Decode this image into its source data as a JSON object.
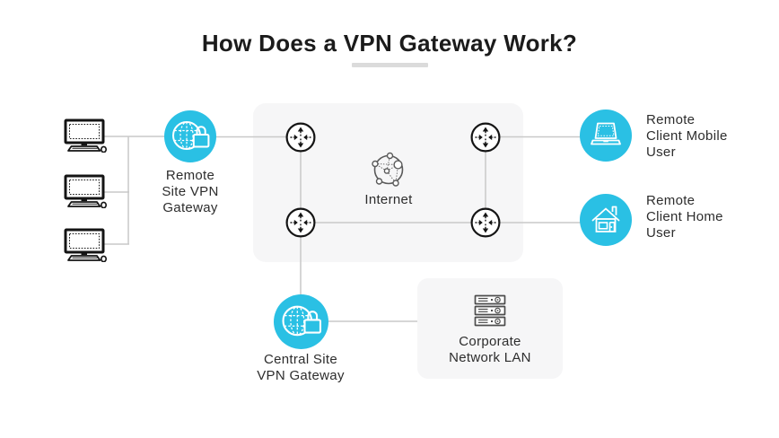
{
  "header": {
    "title": "How Does a VPN Gateway Work?"
  },
  "colors": {
    "accent": "#2ac0e4",
    "panel": "#f6f6f7",
    "line": "#c9c9c9",
    "text": "#2d2d2d",
    "title": "#1b1b1b"
  },
  "nodes": {
    "workstations": {
      "icon": "computer-icon",
      "count": 3
    },
    "remote_site_gateway": {
      "icon": "globe-lock-icon",
      "label": "Remote\nSite VPN\nGateway"
    },
    "internet_cloud": {
      "icon": "internet-globe-icon",
      "label": "Internet"
    },
    "routers": {
      "icon": "router-icon",
      "count": 4
    },
    "mobile_user": {
      "icon": "laptop-icon",
      "label": "Remote\nClient Mobile\nUser"
    },
    "home_user": {
      "icon": "house-icon",
      "label": "Remote\nClient Home\nUser"
    },
    "central_site_gateway": {
      "icon": "globe-lock-icon",
      "label": "Central Site\nVPN Gateway"
    },
    "corporate_lan": {
      "icon": "server-stack-icon",
      "label": "Corporate\nNetwork LAN"
    }
  }
}
